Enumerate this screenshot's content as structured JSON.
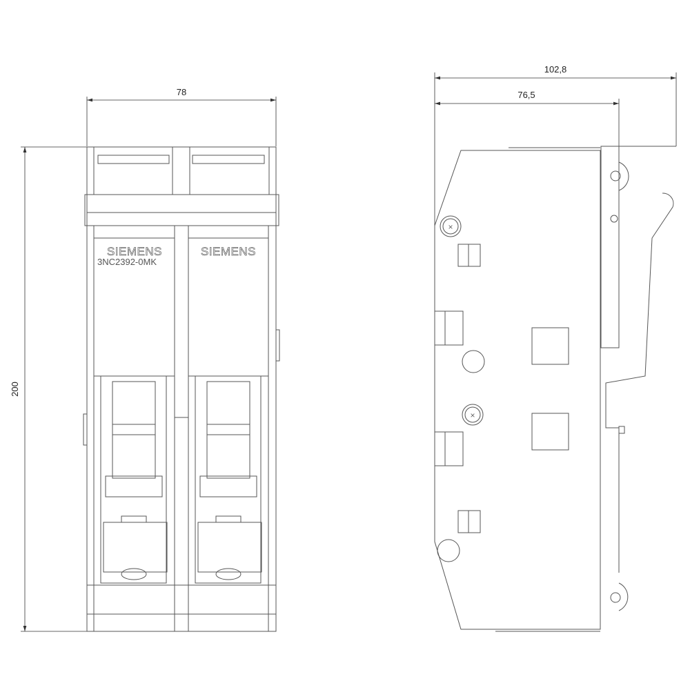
{
  "dimensions": {
    "front_width": "78",
    "front_height": "200",
    "side_overall_depth": "102,8",
    "side_body_depth": "76,5"
  },
  "labels": {
    "brand_left": "SIEMENS",
    "brand_right": "SIEMENS",
    "part_number": "3NC2392-0MK"
  },
  "colors": {
    "line": "#555555",
    "background": "#ffffff"
  }
}
